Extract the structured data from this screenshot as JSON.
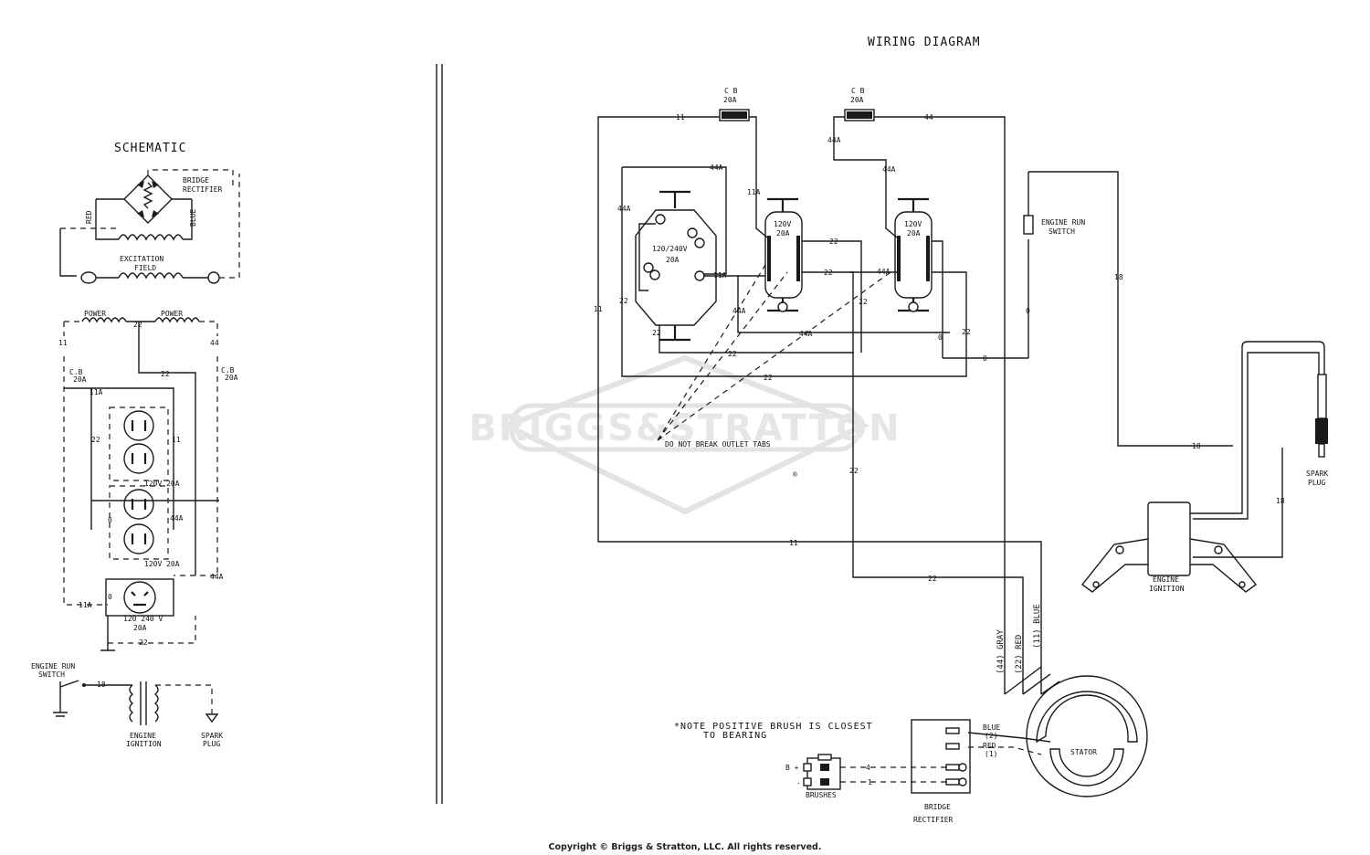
{
  "titles": {
    "schematic": "SCHEMATIC",
    "wiring": "WIRING DIAGRAM"
  },
  "watermark": {
    "text": "BRIGGS&STRATTON",
    "mark": "®"
  },
  "copyright": "Copyright © Briggs & Stratton, LLC. All rights reserved.",
  "schematic": {
    "bridge_label_1": "BRIDGE",
    "bridge_label_2": "RECTIFIER",
    "red": "RED",
    "blue": "BLUE",
    "excitation_1": "EXCITATION",
    "excitation_2": "FIELD",
    "power_1": "POWER",
    "power_2": "POWER",
    "wire_22": "22",
    "wire_11": "11",
    "wire_44": "44",
    "cb_left": "C.B",
    "cb_left_rating": "20A",
    "cb_right": "C.B",
    "cb_right_rating": "20A",
    "wire_11a": "11A",
    "outlet_1": "120V 20A",
    "outlet_2": "120V 20A",
    "wire_44a": "44A",
    "wire_0": "0",
    "twist_lock_1": "120 240 V",
    "twist_lock_2": "20A",
    "engine_run_1": "ENGINE RUN",
    "engine_run_2": "SWITCH",
    "wire_18": "18",
    "ignition_1": "ENGINE",
    "ignition_2": "IGNITION",
    "spark_1": "SPARK",
    "spark_2": "PLUG"
  },
  "wiring": {
    "cb1": "C B",
    "cb1_rating": "20A",
    "cb2": "C B",
    "cb2_rating": "20A",
    "outlet_twist": "120/240V",
    "outlet_twist_rating": "20A",
    "outlet_a": "120V",
    "outlet_a_rating": "20A",
    "outlet_b": "120V",
    "outlet_b_rating": "20A",
    "w11": "11",
    "w44": "44",
    "w44a": "44A",
    "w11a": "11A",
    "w22": "22",
    "w0": "0",
    "w18": "18",
    "engine_run_1": "ENGINE RUN",
    "engine_run_2": "SWITCH",
    "tabs_note": "DO NOT BREAK OUTLET TABS",
    "spark_1": "SPARK",
    "spark_2": "PLUG",
    "ignition_1": "ENGINE",
    "ignition_2": "IGNITION",
    "gray": "(44) GRAY",
    "red": "(22) RED",
    "blue": "(11) BLUE",
    "stator": "STATOR",
    "note_1": "*NOTE POSITIVE BRUSH IS CLOSEST",
    "note_2": "TO BEARING",
    "blue_lead": "BLUE",
    "blue_num": "(2)",
    "red_lead": "RED",
    "red_num": "(1)",
    "w4": "4",
    "w1": "1",
    "brush_plus": "B +",
    "brush_minus": "-",
    "brushes": "BRUSHES",
    "bridge_1": "BRIDGE",
    "bridge_2": "RECTIFIER"
  }
}
